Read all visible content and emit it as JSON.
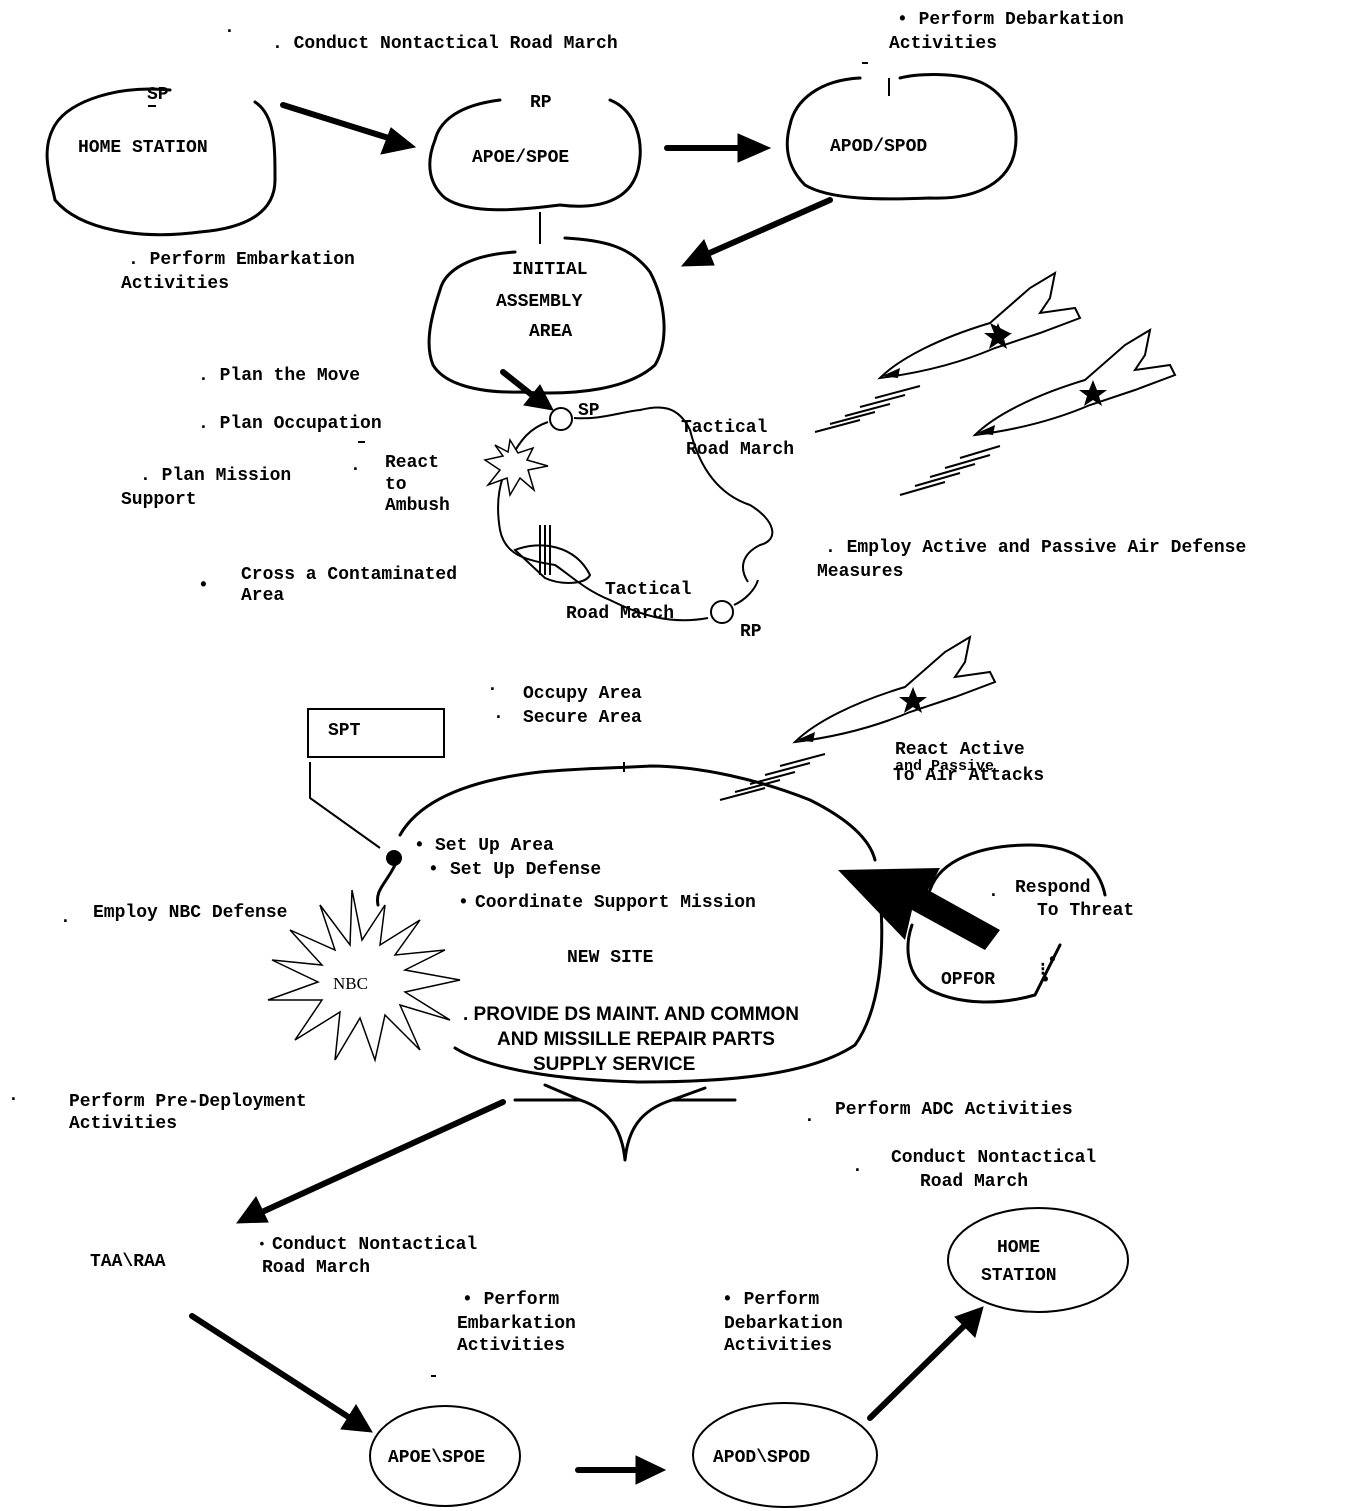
{
  "top": {
    "conduct_nontactical": ". Conduct Nontactical Road March",
    "debark_line1": "• Perform Debarkation",
    "debark_line2": "Activities",
    "home_sp": "SP",
    "home_station": "HOME STATION",
    "apoe_rp": "RP",
    "apoe_spoe": "APOE/SPOE",
    "apod_spod": "APOD/SPOD",
    "embark_line1": ". Perform Embarkation",
    "embark_line2": "Activities",
    "iaa_line1": "INITIAL",
    "iaa_line2": "ASSEMBLY",
    "iaa_line3": "AREA"
  },
  "march": {
    "plan_move": ". Plan the Move",
    "plan_occupation": ". Plan Occupation",
    "plan_mission_1": ". Plan Mission",
    "plan_mission_2": "Support",
    "react_1": "React",
    "react_2": "to",
    "react_3": "Ambush",
    "sp": "SP",
    "tactical_top_1": "Tactical",
    "tactical_top_2": "Road March",
    "tactical_bottom_1": "Tactical",
    "tactical_bottom_2": "Road March",
    "rp": "RP",
    "cross_1": "Cross a Contaminated",
    "cross_2": "Area",
    "air_defense_1": ". Employ Active and Passive Air Defense",
    "air_defense_2": "Measures"
  },
  "site": {
    "occupy": "Occupy Area",
    "secure": "Secure Area",
    "spt": "SPT",
    "react_air_1": "React Active",
    "react_air_overlap": "and Passive",
    "react_air_2": "To Air Attacks",
    "set_up_area": "Set Up Area",
    "set_up_defense": "Set Up Defense",
    "coordinate": "Coordinate Support Mission",
    "new_site": "NEW SITE",
    "employ_nbc": "Employ NBC Defense",
    "nbc": "NBC",
    "provide_1": ". PROVIDE DS MAINT. AND COMMON",
    "provide_2": "AND MISSILLE REPAIR PARTS",
    "provide_3": "SUPPLY SERVICE",
    "respond_1": "Respond",
    "respond_2": "To Threat",
    "opfor": "OPFOR"
  },
  "bottom": {
    "pre_deploy_1": "Perform Pre-Deployment",
    "pre_deploy_2": "Activities",
    "adc": "Perform ADC Activities",
    "conduct_1": "Conduct Nontactical",
    "conduct_2": "Road March",
    "taa": "TAA\\RAA",
    "conduct_b_1": "Conduct Nontactical",
    "conduct_b_2": "Road March",
    "embark_1": "• Perform",
    "embark_2": "Embarkation",
    "embark_3": "Activities",
    "debark_1": "• Perform",
    "debark_2": "Debarkation",
    "debark_3": "Activities",
    "home_1": "HOME",
    "home_2": "STATION",
    "apoe": "APOE\\SPOE",
    "apod": "APOD\\SPOD"
  }
}
